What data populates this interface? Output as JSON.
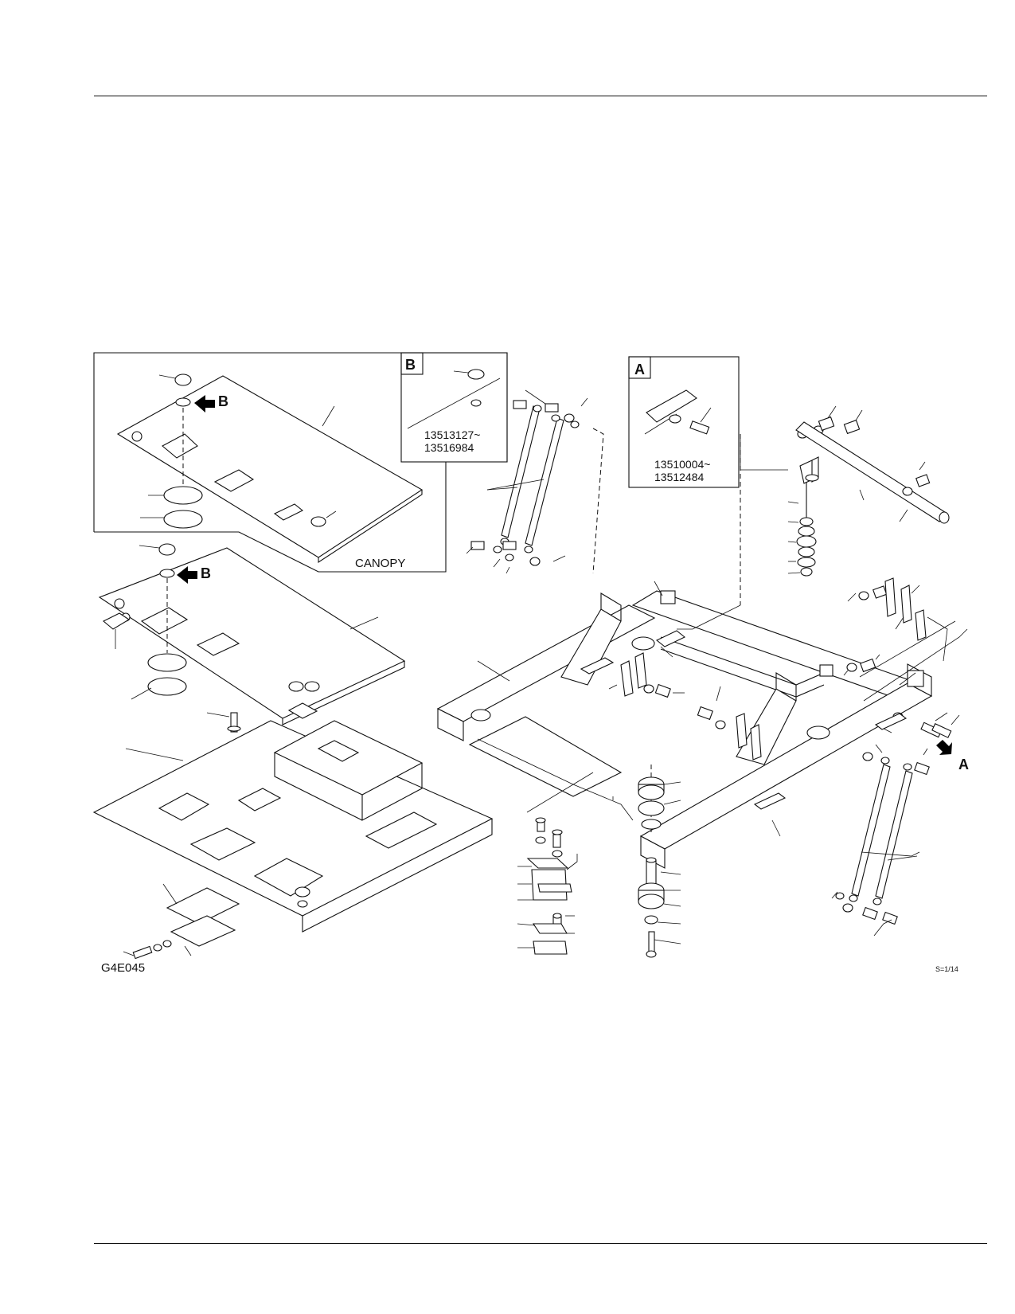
{
  "figure": {
    "code": "G4E045",
    "scale": "S=1/14"
  },
  "inset_b": {
    "letter": "B",
    "serial_from": "13513127~",
    "serial_to": "13516984"
  },
  "inset_a": {
    "letter": "A",
    "serial_from": "13510004~",
    "serial_to": "13512484"
  },
  "callouts": {
    "canopy": "CANOPY",
    "view_b_upper": "B",
    "view_b_lower": "B",
    "view_a": "A"
  }
}
